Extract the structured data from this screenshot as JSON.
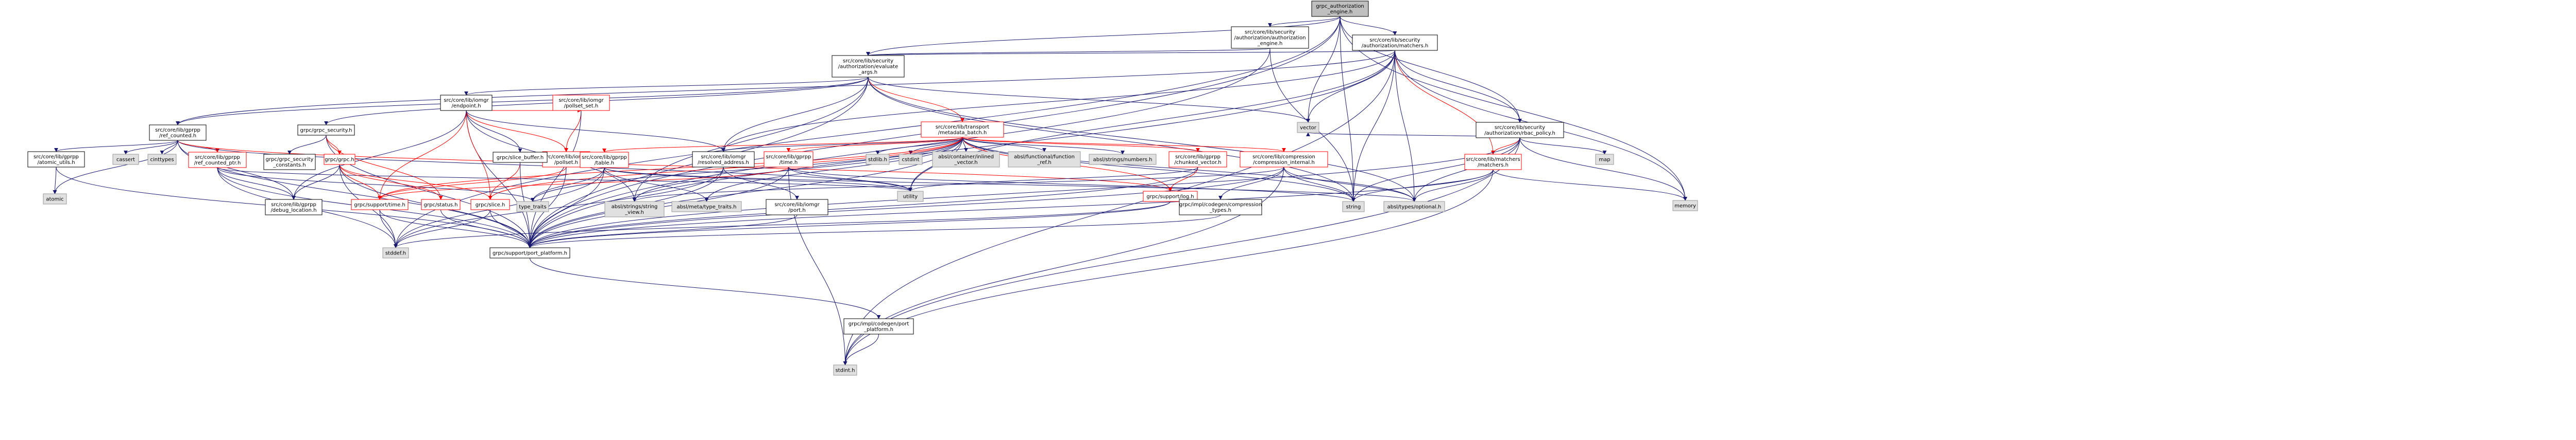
{
  "diagram": {
    "nodes": [
      {
        "id": "root",
        "lines": [
          "grpc_authorization",
          "_engine.h"
        ],
        "style": "root"
      },
      {
        "id": "authz_engine",
        "lines": [
          "src/core/lib/security",
          "/authorization/authorization",
          "_engine.h"
        ],
        "style": "normal"
      },
      {
        "id": "matchers_sec",
        "lines": [
          "src/core/lib/security",
          "/authorization/matchers.h"
        ],
        "style": "normal"
      },
      {
        "id": "evaluate_args",
        "lines": [
          "src/core/lib/security",
          "/authorization/evaluate",
          "_args.h"
        ],
        "style": "normal"
      },
      {
        "id": "endpoint",
        "lines": [
          "src/core/lib/iomgr",
          "/endpoint.h"
        ],
        "style": "normal"
      },
      {
        "id": "ref_counted",
        "lines": [
          "src/core/lib/gprpp",
          "/ref_counted.h"
        ],
        "style": "normal"
      },
      {
        "id": "grpc_security",
        "lines": [
          "grpc/grpc_security.h"
        ],
        "style": "normal"
      },
      {
        "id": "pollset_set",
        "lines": [
          "src/core/lib/iomgr",
          "/pollset_set.h"
        ],
        "style": "red"
      },
      {
        "id": "metadata_batch",
        "lines": [
          "src/core/lib/transport",
          "/metadata_batch.h"
        ],
        "style": "red"
      },
      {
        "id": "rbac_policy",
        "lines": [
          "src/core/lib/security",
          "/authorization/rbac_policy.h"
        ],
        "style": "normal"
      },
      {
        "id": "atomic_utils",
        "lines": [
          "src/core/lib/gprpp",
          "/atomic_utils.h"
        ],
        "style": "normal"
      },
      {
        "id": "cassert",
        "lines": [
          "cassert"
        ],
        "style": "gray"
      },
      {
        "id": "cinttypes",
        "lines": [
          "cinttypes"
        ],
        "style": "gray"
      },
      {
        "id": "ref_counted_ptr",
        "lines": [
          "src/core/lib/gprpp",
          "/ref_counted_ptr.h"
        ],
        "style": "red"
      },
      {
        "id": "grpc_security_constants",
        "lines": [
          "grpc/grpc_security",
          "_constants.h"
        ],
        "style": "normal"
      },
      {
        "id": "grpc_h",
        "lines": [
          "grpc/grpc.h"
        ],
        "style": "red"
      },
      {
        "id": "pollset",
        "lines": [
          "src/core/lib/iomgr",
          "/pollset.h"
        ],
        "style": "red"
      },
      {
        "id": "slice_buffer",
        "lines": [
          "grpc/slice_buffer.h"
        ],
        "style": "normal"
      },
      {
        "id": "table",
        "lines": [
          "src/core/lib/gprpp",
          "/table.h"
        ],
        "style": "red"
      },
      {
        "id": "resolved_address",
        "lines": [
          "src/core/lib/iomgr",
          "/resolved_address.h"
        ],
        "style": "normal"
      },
      {
        "id": "gprpp_time",
        "lines": [
          "src/core/lib/gprpp",
          "/time.h"
        ],
        "style": "red"
      },
      {
        "id": "stdlib",
        "lines": [
          "stdlib.h"
        ],
        "style": "gray"
      },
      {
        "id": "cstdint",
        "lines": [
          "cstdint"
        ],
        "style": "gray"
      },
      {
        "id": "inlined_vector",
        "lines": [
          "absl/container/inlined",
          "_vector.h"
        ],
        "style": "gray"
      },
      {
        "id": "function_ref",
        "lines": [
          "absl/functional/function",
          "_ref.h"
        ],
        "style": "gray"
      },
      {
        "id": "numbers",
        "lines": [
          "absl/strings/numbers.h"
        ],
        "style": "gray"
      },
      {
        "id": "chunked_vector",
        "lines": [
          "src/core/lib/gprpp",
          "/chunked_vector.h"
        ],
        "style": "red"
      },
      {
        "id": "compression_internal",
        "lines": [
          "src/core/lib/compression",
          "/compression_internal.h"
        ],
        "style": "red"
      },
      {
        "id": "matchers_core",
        "lines": [
          "src/core/lib/matchers",
          "/matchers.h"
        ],
        "style": "red"
      },
      {
        "id": "map",
        "lines": [
          "map"
        ],
        "style": "gray"
      },
      {
        "id": "atomic",
        "lines": [
          "atomic"
        ],
        "style": "gray"
      },
      {
        "id": "debug_location",
        "lines": [
          "src/core/lib/gprpp",
          "/debug_location.h"
        ],
        "style": "normal"
      },
      {
        "id": "support_time",
        "lines": [
          "grpc/support/time.h"
        ],
        "style": "red"
      },
      {
        "id": "status",
        "lines": [
          "grpc/status.h"
        ],
        "style": "red"
      },
      {
        "id": "slice",
        "lines": [
          "grpc/slice.h"
        ],
        "style": "red"
      },
      {
        "id": "type_traits",
        "lines": [
          "type_traits"
        ],
        "style": "gray"
      },
      {
        "id": "string_view",
        "lines": [
          "absl/strings/string",
          "_view.h"
        ],
        "style": "gray"
      },
      {
        "id": "meta_type_traits",
        "lines": [
          "absl/meta/type_traits.h"
        ],
        "style": "gray"
      },
      {
        "id": "iomgr_port",
        "lines": [
          "src/core/lib/iomgr",
          "/port.h"
        ],
        "style": "normal"
      },
      {
        "id": "utility",
        "lines": [
          "utility"
        ],
        "style": "gray"
      },
      {
        "id": "support_log",
        "lines": [
          "grpc/support/log.h"
        ],
        "style": "red"
      },
      {
        "id": "compression_types",
        "lines": [
          "grpc/impl/codegen/compression",
          "_types.h"
        ],
        "style": "normal"
      },
      {
        "id": "string",
        "lines": [
          "string"
        ],
        "style": "gray"
      },
      {
        "id": "optional",
        "lines": [
          "absl/types/optional.h"
        ],
        "style": "gray"
      },
      {
        "id": "memory",
        "lines": [
          "memory"
        ],
        "style": "gray"
      },
      {
        "id": "vector",
        "lines": [
          "vector"
        ],
        "style": "gray"
      },
      {
        "id": "stddef",
        "lines": [
          "stddef.h"
        ],
        "style": "gray"
      },
      {
        "id": "port_platform",
        "lines": [
          "grpc/support/port_platform.h"
        ],
        "style": "normal"
      },
      {
        "id": "codegen_port_platform",
        "lines": [
          "grpc/impl/codegen/port",
          "_platform.h"
        ],
        "style": "normal"
      },
      {
        "id": "stdint",
        "lines": [
          "stdint.h"
        ],
        "style": "gray"
      }
    ],
    "edges": [
      [
        "root",
        "authz_engine"
      ],
      [
        "root",
        "matchers_sec"
      ],
      [
        "root",
        "evaluate_args"
      ],
      [
        "root",
        "port_platform"
      ],
      [
        "root",
        "stddef"
      ],
      [
        "root",
        "string"
      ],
      [
        "root",
        "vector"
      ],
      [
        "root",
        "memory"
      ],
      [
        "root",
        "rbac_policy"
      ],
      [
        "authz_engine",
        "evaluate_args"
      ],
      [
        "authz_engine",
        "port_platform"
      ],
      [
        "authz_engine",
        "string"
      ],
      [
        "matchers_sec",
        "evaluate_args"
      ],
      [
        "matchers_sec",
        "rbac_policy"
      ],
      [
        "matchers_sec",
        "matchers_core"
      ],
      [
        "matchers_sec",
        "port_platform"
      ],
      [
        "matchers_sec",
        "memory"
      ],
      [
        "matchers_sec",
        "optional"
      ],
      [
        "matchers_sec",
        "string"
      ],
      [
        "matchers_sec",
        "vector"
      ],
      [
        "matchers_sec",
        "stdint"
      ],
      [
        "matchers_sec",
        "utility"
      ],
      [
        "matchers_sec",
        "ref_counted"
      ],
      [
        "matchers_sec",
        "resolved_address"
      ],
      [
        "evaluate_args",
        "endpoint"
      ],
      [
        "evaluate_args",
        "metadata_batch"
      ],
      [
        "evaluate_args",
        "resolved_address"
      ],
      [
        "evaluate_args",
        "grpc_security"
      ],
      [
        "evaluate_args",
        "port_platform"
      ],
      [
        "evaluate_args",
        "optional"
      ],
      [
        "evaluate_args",
        "string_view"
      ],
      [
        "evaluate_args",
        "string"
      ],
      [
        "evaluate_args",
        "vector"
      ],
      [
        "evaluate_args",
        "ref_counted"
      ],
      [
        "endpoint",
        "pollset_set"
      ],
      [
        "endpoint",
        "pollset"
      ],
      [
        "endpoint",
        "slice_buffer"
      ],
      [
        "endpoint",
        "support_time"
      ],
      [
        "endpoint",
        "port_platform"
      ],
      [
        "endpoint",
        "string_view"
      ],
      [
        "endpoint",
        "slice"
      ],
      [
        "endpoint",
        "resolved_address"
      ],
      [
        "endpoint",
        "debug_location"
      ],
      [
        "ref_counted",
        "atomic_utils"
      ],
      [
        "ref_counted",
        "cassert"
      ],
      [
        "ref_counted",
        "cinttypes"
      ],
      [
        "ref_counted",
        "ref_counted_ptr"
      ],
      [
        "ref_counted",
        "debug_location"
      ],
      [
        "ref_counted",
        "port_platform"
      ],
      [
        "ref_counted",
        "atomic"
      ],
      [
        "ref_counted",
        "support_log"
      ],
      [
        "ref_counted",
        "utility"
      ],
      [
        "grpc_security",
        "grpc_security_constants"
      ],
      [
        "grpc_security",
        "grpc_h"
      ],
      [
        "grpc_security",
        "status"
      ],
      [
        "grpc_security",
        "port_platform"
      ],
      [
        "pollset_set",
        "pollset"
      ],
      [
        "pollset_set",
        "port_platform"
      ],
      [
        "pollset",
        "support_time"
      ],
      [
        "pollset",
        "port_platform"
      ],
      [
        "slice_buffer",
        "slice"
      ],
      [
        "slice_buffer",
        "port_platform"
      ],
      [
        "metadata_batch",
        "table"
      ],
      [
        "metadata_batch",
        "resolved_address"
      ],
      [
        "metadata_batch",
        "gprpp_time"
      ],
      [
        "metadata_batch",
        "stdlib"
      ],
      [
        "metadata_batch",
        "cstdint"
      ],
      [
        "metadata_batch",
        "inlined_vector"
      ],
      [
        "metadata_batch",
        "function_ref"
      ],
      [
        "metadata_batch",
        "numbers"
      ],
      [
        "metadata_batch",
        "chunked_vector"
      ],
      [
        "metadata_batch",
        "compression_internal"
      ],
      [
        "metadata_batch",
        "port_platform"
      ],
      [
        "metadata_batch",
        "string_view"
      ],
      [
        "metadata_batch",
        "optional"
      ],
      [
        "metadata_batch",
        "type_traits"
      ],
      [
        "metadata_batch",
        "support_log"
      ],
      [
        "metadata_batch",
        "slice"
      ],
      [
        "metadata_batch",
        "string"
      ],
      [
        "metadata_batch",
        "meta_type_traits"
      ],
      [
        "metadata_batch",
        "utility"
      ],
      [
        "metadata_batch",
        "support_time"
      ],
      [
        "table",
        "meta_type_traits"
      ],
      [
        "table",
        "utility"
      ],
      [
        "table",
        "port_platform"
      ],
      [
        "table",
        "type_traits"
      ],
      [
        "table",
        "stddef"
      ],
      [
        "table",
        "optional"
      ],
      [
        "resolved_address",
        "iomgr_port"
      ],
      [
        "resolved_address",
        "port_platform"
      ],
      [
        "resolved_address",
        "stddef"
      ],
      [
        "gprpp_time",
        "support_time"
      ],
      [
        "gprpp_time",
        "port_platform"
      ],
      [
        "gprpp_time",
        "stdint"
      ],
      [
        "gprpp_time",
        "string"
      ],
      [
        "gprpp_time",
        "utility"
      ],
      [
        "chunked_vector",
        "support_log"
      ],
      [
        "chunked_vector",
        "utility"
      ],
      [
        "chunked_vector",
        "port_platform"
      ],
      [
        "compression_internal",
        "compression_types"
      ],
      [
        "compression_internal",
        "port_platform"
      ],
      [
        "compression_internal",
        "optional"
      ],
      [
        "compression_internal",
        "string_view"
      ],
      [
        "compression_internal",
        "string"
      ],
      [
        "compression_internal",
        "stdint"
      ],
      [
        "rbac_policy",
        "matchers_core"
      ],
      [
        "rbac_policy",
        "map"
      ],
      [
        "rbac_policy",
        "memory"
      ],
      [
        "rbac_policy",
        "string"
      ],
      [
        "rbac_policy",
        "vector"
      ],
      [
        "rbac_policy",
        "optional"
      ],
      [
        "rbac_policy",
        "port_platform"
      ],
      [
        "rbac_policy",
        "stdint"
      ],
      [
        "matchers_core",
        "memory"
      ],
      [
        "matchers_core",
        "string"
      ],
      [
        "matchers_core",
        "optional"
      ],
      [
        "matchers_core",
        "port_platform"
      ],
      [
        "matchers_core",
        "stdint"
      ],
      [
        "atomic_utils",
        "atomic"
      ],
      [
        "atomic_utils",
        "port_platform"
      ],
      [
        "ref_counted_ptr",
        "type_traits"
      ],
      [
        "ref_counted_ptr",
        "utility"
      ],
      [
        "ref_counted_ptr",
        "debug_location"
      ],
      [
        "ref_counted_ptr",
        "port_platform"
      ],
      [
        "ref_counted_ptr",
        "stddef"
      ],
      [
        "grpc_h",
        "support_time"
      ],
      [
        "grpc_h",
        "status"
      ],
      [
        "grpc_h",
        "slice"
      ],
      [
        "grpc_h",
        "port_platform"
      ],
      [
        "grpc_h",
        "stddef"
      ],
      [
        "grpc_h",
        "debug_location"
      ],
      [
        "support_time",
        "support_time"
      ],
      [
        "support_time",
        "port_platform"
      ],
      [
        "support_time",
        "stddef"
      ],
      [
        "status",
        "port_platform"
      ],
      [
        "slice",
        "port_platform"
      ],
      [
        "slice",
        "stddef"
      ],
      [
        "iomgr_port",
        "port_platform"
      ],
      [
        "support_log",
        "port_platform"
      ],
      [
        "support_log",
        "stddef"
      ],
      [
        "compression_types",
        "port_platform"
      ],
      [
        "port_platform",
        "codegen_port_platform"
      ],
      [
        "codegen_port_platform",
        "stdint"
      ]
    ]
  }
}
